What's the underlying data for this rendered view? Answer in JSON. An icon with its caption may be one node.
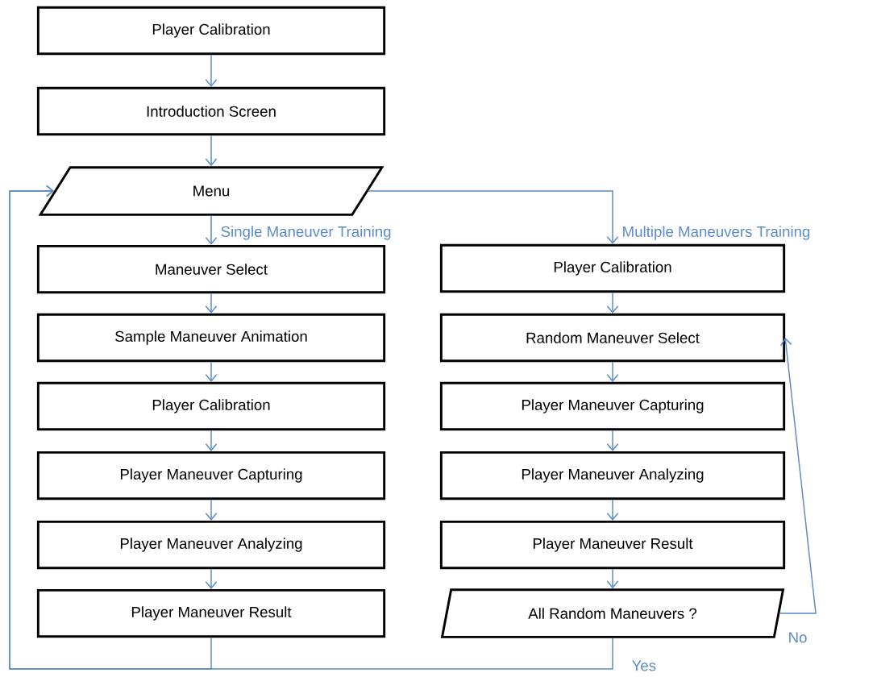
{
  "diagram": {
    "nodes": [
      {
        "text": [
          "Player Calibration"
        ]
      },
      {
        "text": [
          "Introduction Screen"
        ]
      },
      {
        "text": [
          "Menu"
        ]
      },
      {
        "text": [
          "Maneuver Select"
        ]
      },
      {
        "text": [
          "Sample Maneuver Animation"
        ]
      },
      {
        "text": [
          "Player Calibration"
        ]
      },
      {
        "text": [
          "Player Maneuver Capturing"
        ]
      },
      {
        "text": [
          "Player Maneuver Analyzing"
        ]
      },
      {
        "text": [
          "Player Maneuver Result"
        ]
      },
      {
        "text": [
          "Player Calibration"
        ]
      },
      {
        "text": [
          "Random Maneuver Select"
        ]
      },
      {
        "text": [
          "Player Maneuver Capturing"
        ]
      },
      {
        "text": [
          "Player Maneuver Analyzing"
        ]
      },
      {
        "text": [
          "Player Maneuver Result"
        ]
      },
      {
        "text": [
          "All Random Maneuvers ?"
        ]
      }
    ],
    "edges": [
      {
        "from": 0,
        "to": 1,
        "arrow": "to"
      },
      {
        "from": 1,
        "to": 2,
        "arrow": "to"
      },
      {
        "from": 2,
        "to": 3,
        "label": "Single Maneuver Training",
        "arrow": "to"
      },
      {
        "from": 2,
        "to": 9,
        "label": "Multiple Maneuvers Training",
        "arrow": "to"
      },
      {
        "from": 3,
        "to": 4,
        "arrow": "to"
      },
      {
        "from": 4,
        "to": 5,
        "arrow": "to"
      },
      {
        "from": 5,
        "to": 6,
        "arrow": "to"
      },
      {
        "from": 6,
        "to": 7,
        "arrow": "to"
      },
      {
        "from": 7,
        "to": 8,
        "arrow": "to"
      },
      {
        "from": 9,
        "to": 10,
        "arrow": "to"
      },
      {
        "from": 10,
        "to": 11,
        "arrow": "to"
      },
      {
        "from": 11,
        "to": 12,
        "arrow": "to"
      },
      {
        "from": 12,
        "to": 13,
        "arrow": "to"
      },
      {
        "from": 13,
        "to": 14,
        "arrow": "to"
      },
      {
        "from": 14,
        "to": 10,
        "label": "No",
        "arrow": "to"
      },
      {
        "from": 8,
        "to": 2,
        "arrow": "to"
      },
      {
        "from": 14,
        "to": 2,
        "label": "Yes",
        "arrow": "to"
      }
    ]
  }
}
